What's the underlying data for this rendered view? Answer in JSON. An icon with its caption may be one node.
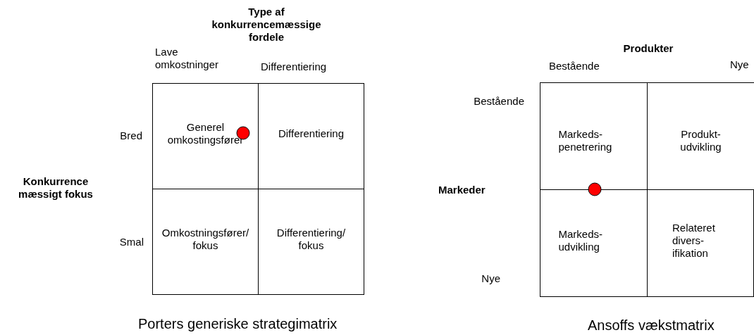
{
  "diagram": {
    "nodes": [
      {
        "text": [
          "Generel omkostingsfører"
        ]
      },
      {
        "text": [
          "Differentiering"
        ]
      },
      {
        "text": [
          "Omkostningsfører/ fokus"
        ]
      },
      {
        "text": [
          "Differentiering/ fokus"
        ]
      },
      {
        "text": [
          "Markeds- penetrering"
        ]
      },
      {
        "text": [
          "Produkt- udvikling"
        ]
      },
      {
        "text": [
          "Markeds- udvikling"
        ]
      },
      {
        "text": [
          "Relateret divers- ifikation"
        ]
      }
    ],
    "labels": [
      "Type af konkurrencemæssige fordele",
      "Lave omkostninger",
      "Differentiering",
      "Bred",
      "Konkurrence mæssigt fokus",
      "Smal",
      "Porters generiske strategimatrix",
      "Produkter",
      "Bestående",
      "Nye",
      "Bestående",
      "Markeder",
      "Nye",
      "Ansoffs vækstmatrix"
    ]
  }
}
